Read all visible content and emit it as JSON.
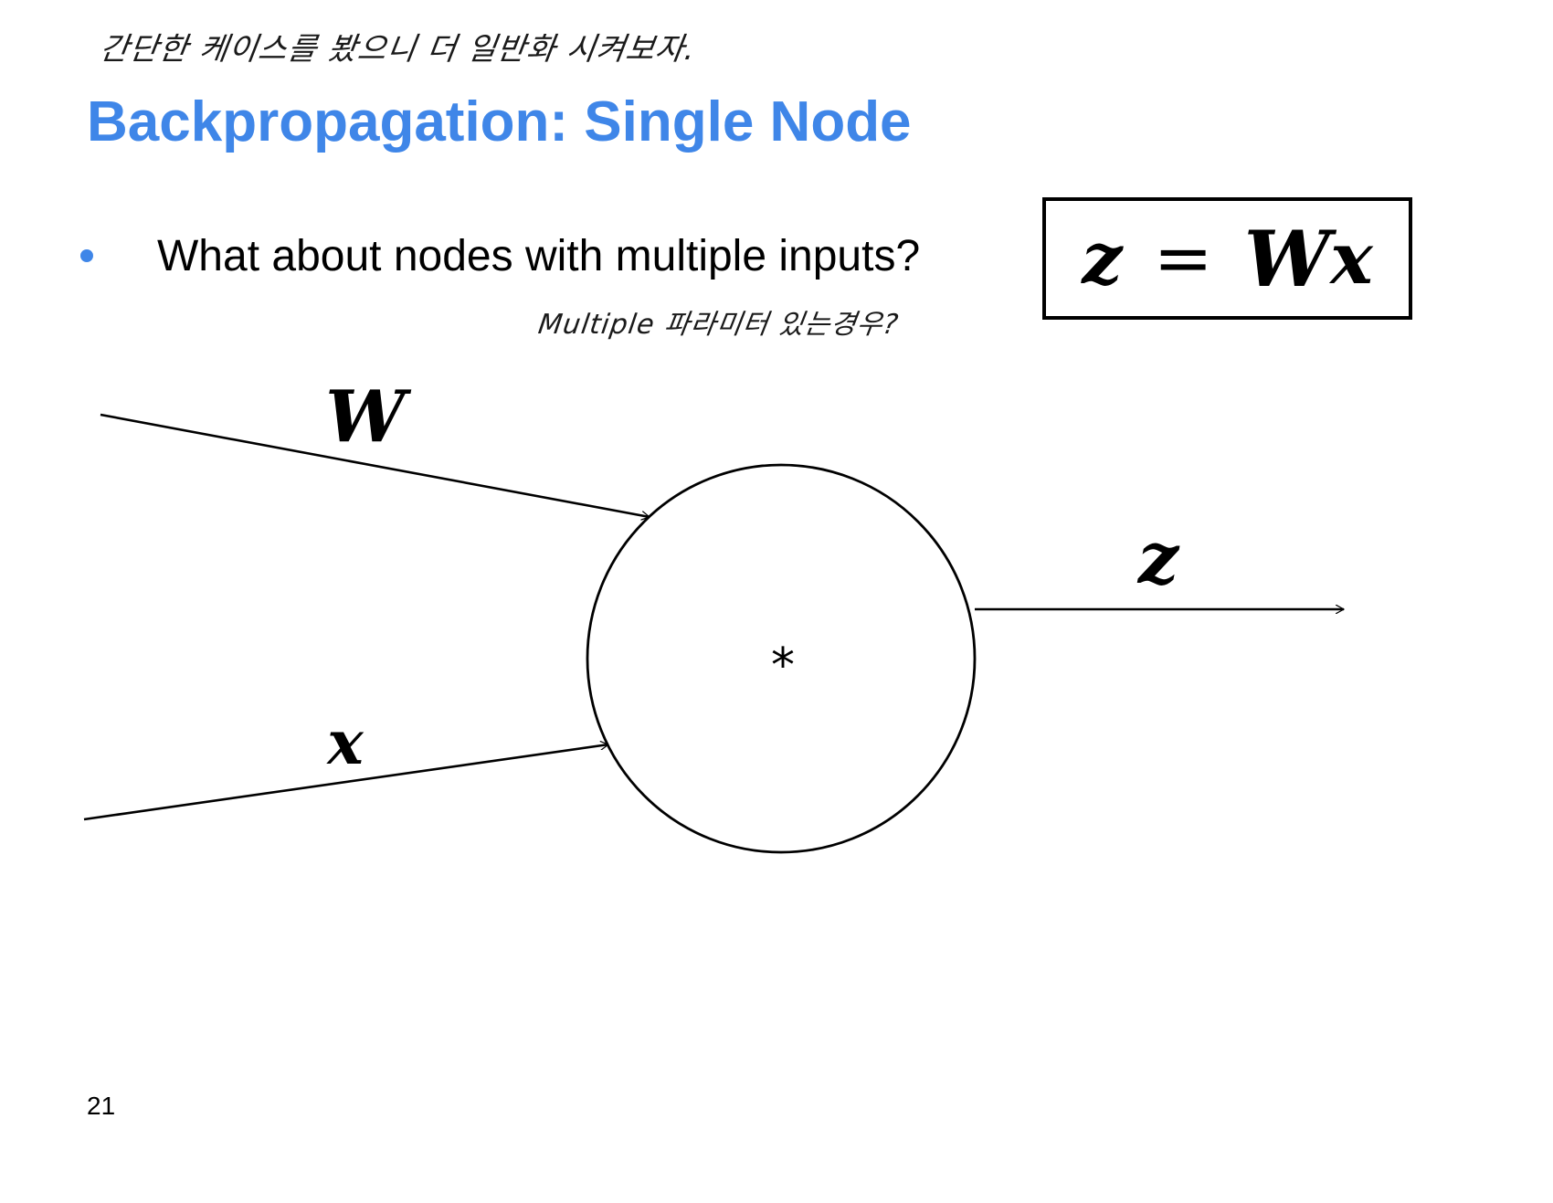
{
  "slide": {
    "handwritten_note_top": "간단한 케이스를 봤으니 더 일반화 시켜보자.",
    "title": "Backpropagation: Single Node",
    "bullet_text": "What about nodes with multiple inputs?",
    "handwritten_note_sub": "Multiple 파라미터 있는경우?",
    "formula": {
      "lhs": "z",
      "equals": "=",
      "rhs_matrix": "W",
      "rhs_vector": "x"
    },
    "page_number": "21"
  },
  "diagram": {
    "nodes": [
      {
        "id": "multiply",
        "label": "*"
      }
    ],
    "edges": [
      {
        "from": "input-W",
        "to": "multiply",
        "label": "W"
      },
      {
        "from": "input-x",
        "to": "multiply",
        "label": "x"
      },
      {
        "from": "multiply",
        "to": "output",
        "label": "z"
      }
    ]
  },
  "colors": {
    "title": "#3f86e8",
    "bullet": "#3f86e8",
    "text": "#000000",
    "background": "#ffffff"
  },
  "icons": {
    "bullet": "filled-circle"
  }
}
